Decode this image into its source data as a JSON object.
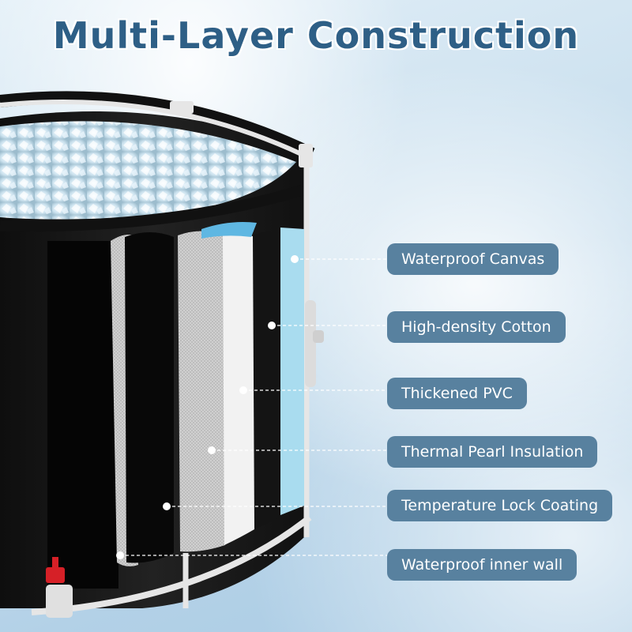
{
  "title": "Multi-Layer Construction",
  "layers": [
    {
      "label": "Waterproof Canvas"
    },
    {
      "label": "High-density Cotton"
    },
    {
      "label": "Thickened PVC"
    },
    {
      "label": "Thermal Pearl Insulation"
    },
    {
      "label": "Temperature Lock Coating"
    },
    {
      "label": "Waterproof inner wall"
    }
  ],
  "colors": {
    "title": "#2e5f86",
    "label_bg": "#58819f",
    "label_text": "#ffffff",
    "tub_body": "#1a1a1a",
    "frame": "#e6e6e6",
    "canvas_layer": "#a9dcef",
    "valve": "#d62027"
  }
}
